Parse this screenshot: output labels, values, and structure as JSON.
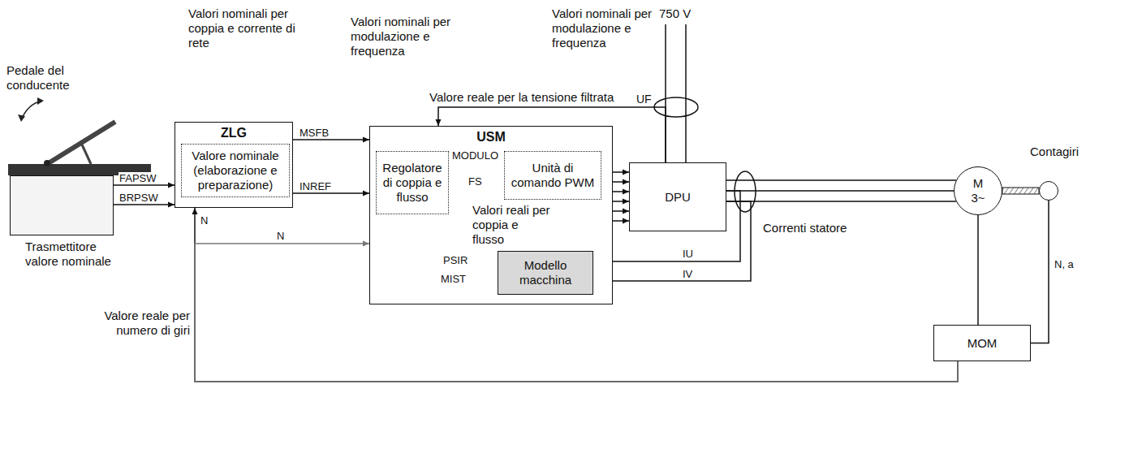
{
  "diagram": {
    "nodes": [
      {
        "text": [
          "Trasmettitore valore nominale"
        ]
      },
      {
        "text": [
          "ZLG"
        ]
      },
      {
        "text": [
          "Valore nominale (elaborazione e preparazione)"
        ],
        "in": 1
      },
      {
        "text": [
          "USM"
        ]
      },
      {
        "text": [
          "Regolatore di coppia e flusso"
        ],
        "in": 3
      },
      {
        "text": [
          "Unità di comando PWM"
        ],
        "in": 3
      },
      {
        "text": [
          "Modello macchina"
        ],
        "in": 3
      },
      {
        "text": [
          "DPU"
        ]
      },
      {
        "text": [
          "M 3~"
        ]
      },
      {
        "text": [
          "Contagiri"
        ]
      },
      {
        "text": [
          "MOM"
        ]
      }
    ],
    "edges": [
      {
        "from": 0,
        "to": 1,
        "label": "FAPSW",
        "arrow": "to"
      },
      {
        "from": 0,
        "to": 1,
        "label": "BRPSW",
        "arrow": "to"
      },
      {
        "from": 1,
        "to": 3,
        "label": "MSFB",
        "arrow": "to"
      },
      {
        "from": 1,
        "to": 3,
        "label": "INREF",
        "arrow": "to"
      },
      {
        "from": 4,
        "to": 5,
        "label": "MODULO",
        "arrow": "to"
      },
      {
        "from": 4,
        "to": 5,
        "label": "FS",
        "arrow": "to"
      },
      {
        "from": 6,
        "to": 4,
        "label": "PSIR",
        "arrow": "to"
      },
      {
        "from": 6,
        "to": 4,
        "label": "MIST",
        "arrow": "to"
      },
      {
        "from": 3,
        "to": 7,
        "arrow": "to"
      },
      {
        "from": 7,
        "to": 8,
        "arrow": "none"
      },
      {
        "from": 7,
        "to": 3,
        "label": "Valore reale per la tensione filtrata",
        "arrow": "to"
      },
      {
        "from": 7,
        "to": 6,
        "label": "IU",
        "arrow": "to"
      },
      {
        "from": 7,
        "to": 6,
        "label": "IV",
        "arrow": "to"
      },
      {
        "from": 8,
        "to": 10,
        "arrow": "none"
      },
      {
        "from": 9,
        "to": 10,
        "label": "N, a",
        "arrow": "none"
      },
      {
        "from": 10,
        "to": 1,
        "label": "N",
        "arrow": "to"
      },
      {
        "from": 10,
        "to": 3,
        "label": "N",
        "arrow": "to"
      }
    ],
    "labels": [
      "Pedale del conducente",
      "Valori nominali per coppia e corrente di rete",
      "Valori nominali per modulazione e frequenza",
      "Valori nominali per modulazione e frequenza",
      "750 V",
      "UF",
      "Valori reali per coppia e flusso",
      "Correnti statore",
      "Valore reale per numero di giri"
    ]
  }
}
